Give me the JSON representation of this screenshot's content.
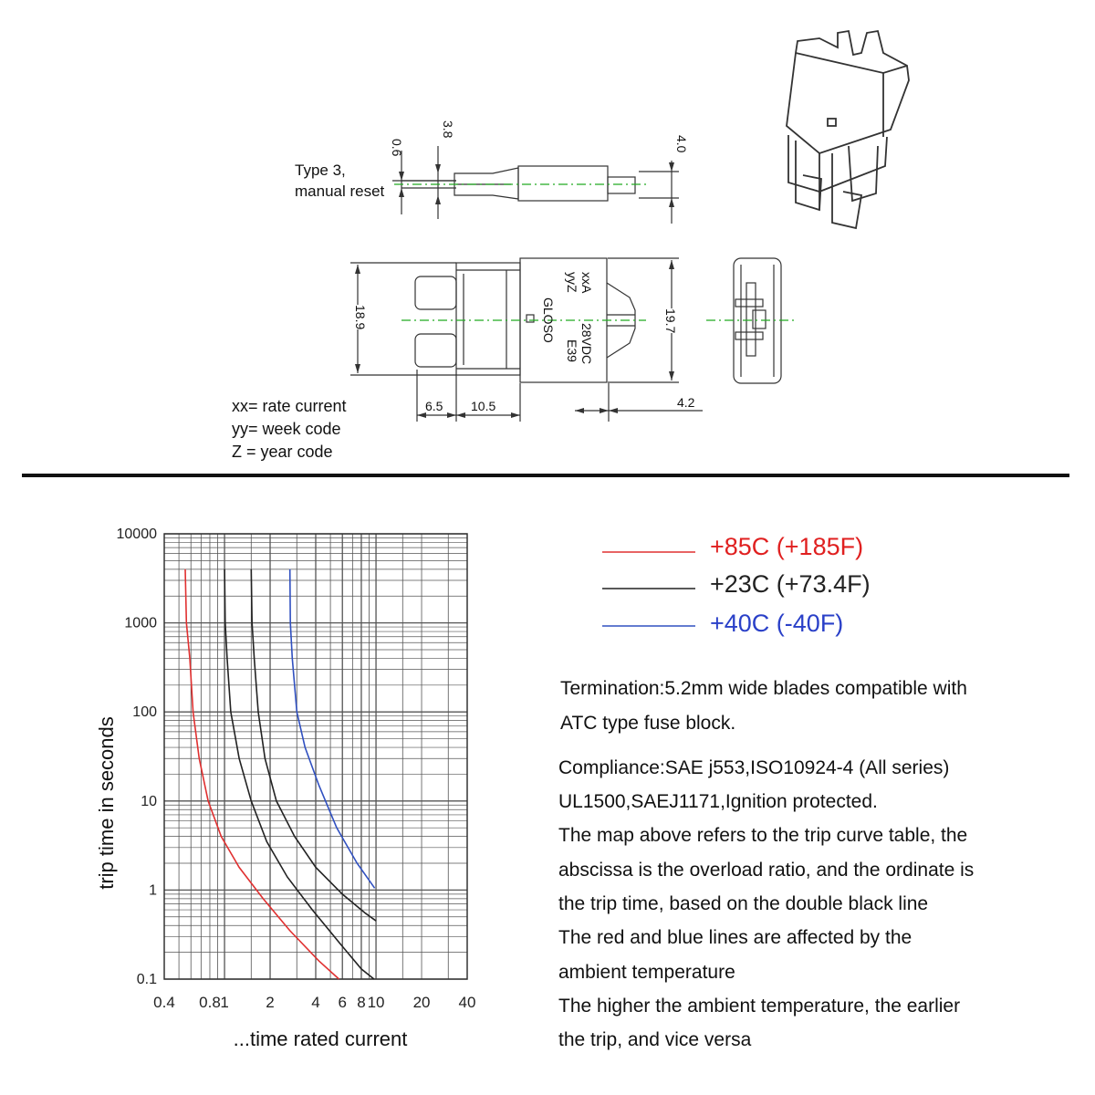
{
  "drawing": {
    "type_note": [
      "Type 3,",
      "manual reset"
    ],
    "dims": {
      "d06": "0.6",
      "d38": "3.8",
      "d40": "4.0",
      "d189": "18.9",
      "d197": "19.7",
      "d65": "6.5",
      "d105": "10.5",
      "d42": "4.2"
    },
    "marking": {
      "rate": "xxA",
      "code": "yyZ",
      "brand": "GLOSO",
      "voltage": "28VDC",
      "cert": "E39"
    },
    "notes": [
      "xx= rate current",
      "yy= week code",
      "Z = year code"
    ]
  },
  "legend": [
    {
      "line_color": "#e03030",
      "label": "+85C (+185F)",
      "text_color": "#e02020"
    },
    {
      "line_color": "#222222",
      "label": "+23C (+73.4F)",
      "text_color": "#222222"
    },
    {
      "line_color": "#3050c0",
      "label": "+40C (-40F)",
      "text_color": "#2a40c8"
    }
  ],
  "description": [
    "Termination:5.2mm wide  blades  compatible with",
    "ATC type  fuse block.",
    "Compliance:SAE j553,ISO10924-4 (All  series)",
    "UL1500,SAEJ1171,Ignition  protected.",
    "The map above refers to the trip curve table, the",
    "abscissa is the overload ratio, and the ordinate is",
    "the trip time, based on the double black line",
    "The red and blue lines are affected by the",
    "ambient temperature",
    "The higher the ambient temperature, the earlier",
    "the trip, and vice versa"
  ],
  "chart_data": {
    "type": "line",
    "xlabel": "...time rated current",
    "ylabel": "trip time in seconds",
    "x_scale": "log",
    "y_scale": "log",
    "xlim": [
      0.4,
      40
    ],
    "ylim": [
      0.1,
      10000
    ],
    "x_ticks": [
      0.4,
      0.8,
      1,
      2,
      4,
      6,
      8,
      10,
      20,
      40
    ],
    "x_tick_labels": [
      "0.4",
      "0.8",
      "1",
      "2",
      "4",
      "6",
      "8",
      "10",
      "20",
      "40"
    ],
    "y_ticks": [
      0.1,
      1,
      10,
      100,
      1000,
      10000
    ],
    "y_tick_labels": [
      "0.1",
      "1",
      "10",
      "100",
      "1000",
      "10000"
    ],
    "grid": true,
    "series": [
      {
        "name": "+85C (+185F)",
        "color": "#e03030",
        "x": [
          0.55,
          0.56,
          0.59,
          0.62,
          0.68,
          0.78,
          0.95,
          1.25,
          1.8,
          2.7,
          4.2,
          5.7
        ],
        "y": [
          4000,
          1000,
          400,
          100,
          30,
          10,
          4,
          1.8,
          0.8,
          0.35,
          0.16,
          0.1
        ]
      },
      {
        "name": "+23C (+73.4F)",
        "color": "#222222",
        "x": [
          1.0,
          1.01,
          1.04,
          1.1,
          1.25,
          1.5,
          1.9,
          2.6,
          3.8,
          5.8,
          8.0,
          9.7
        ],
        "y": [
          4000,
          1000,
          400,
          100,
          30,
          10,
          3.5,
          1.4,
          0.6,
          0.25,
          0.13,
          0.1
        ]
      },
      {
        "name": "+23C (+73.4F)",
        "color": "#222222",
        "x": [
          1.5,
          1.52,
          1.57,
          1.67,
          1.85,
          2.2,
          2.9,
          4.0,
          6.0,
          8.5,
          10.0
        ],
        "y": [
          4000,
          1000,
          400,
          100,
          30,
          10,
          4,
          1.8,
          0.9,
          0.55,
          0.45
        ]
      },
      {
        "name": "+40C (-40F)",
        "color": "#3050c0",
        "x": [
          2.7,
          2.72,
          2.8,
          3.0,
          3.4,
          4.2,
          5.5,
          7.5,
          9.8
        ],
        "y": [
          4000,
          1000,
          400,
          100,
          40,
          15,
          5,
          2,
          1.05
        ]
      }
    ]
  }
}
